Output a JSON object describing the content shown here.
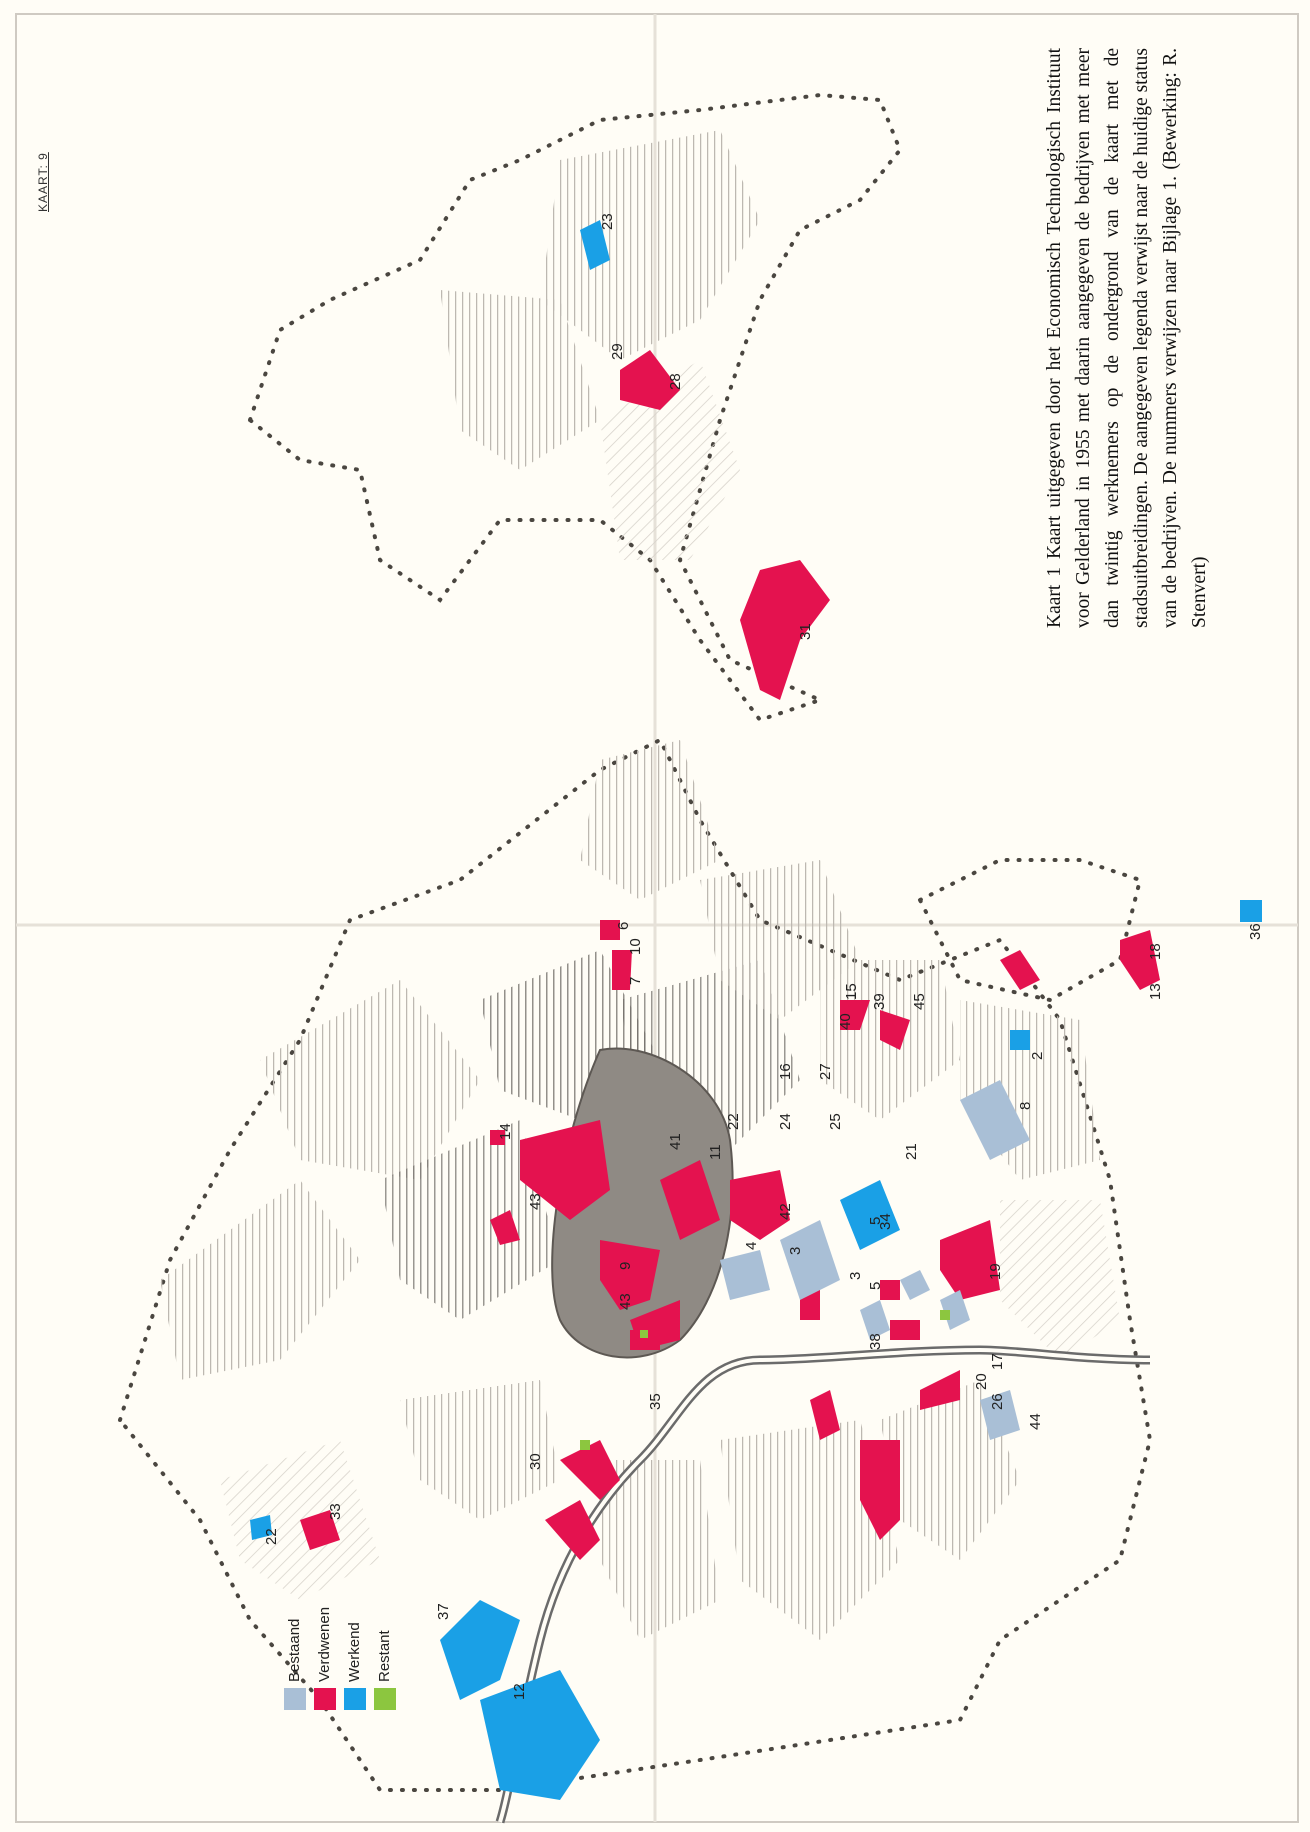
{
  "map_label": "KAART: 9",
  "caption": "Kaart 1  Kaart uitgegeven door het Economisch Technologisch Instituut voor Gelderland in 1955 met daarin aangegeven de bedrijven met meer dan twintig werknemers op de ondergrond van de kaart met de stadsuitbreidingen. De aangegeven legenda verwijst naar de huidige status van de bedrijven. De nummers verwijzen naar Bijlage 1. (Bewerking: R. Stenvert)",
  "legend": {
    "items": [
      {
        "label": "Bestaand",
        "color": "#a9bfd6"
      },
      {
        "label": "Verdwenen",
        "color": "#e4124f"
      },
      {
        "label": "Werkend",
        "color": "#1aa0e6"
      },
      {
        "label": "Restant",
        "color": "#8cc63f"
      }
    ]
  },
  "colors": {
    "paper": "#fffdf6",
    "built_dark": "#6f6b66",
    "built_light": "#b8b3ac",
    "old_town": "#8f8a84",
    "river": "#6b6b6b",
    "dots": "#4a4640"
  },
  "labels": {
    "n2": "2",
    "n3": "3",
    "n3b": "3",
    "n4": "4",
    "n5": "5",
    "n5b": "5",
    "n6": "6",
    "n7": "7",
    "n8": "8",
    "n9": "9",
    "n10": "10",
    "n11": "11",
    "n12": "12",
    "n13": "13",
    "n14": "14",
    "n15": "15",
    "n16": "16",
    "n17": "17",
    "n18": "18",
    "n19": "19",
    "n20": "20",
    "n21": "21",
    "n22": "22",
    "n22b": "22",
    "n23": "23",
    "n24": "24",
    "n25": "25",
    "n26": "26",
    "n27": "27",
    "n28": "28",
    "n29": "29",
    "n30": "30",
    "n31": "31",
    "n33": "33",
    "n34": "34",
    "n35": "35",
    "n36": "36",
    "n37": "37",
    "n38": "38",
    "n39": "39",
    "n40": "40",
    "n41": "41",
    "n42": "42",
    "n43": "43",
    "n43b": "43",
    "n44": "44",
    "n45": "45"
  }
}
